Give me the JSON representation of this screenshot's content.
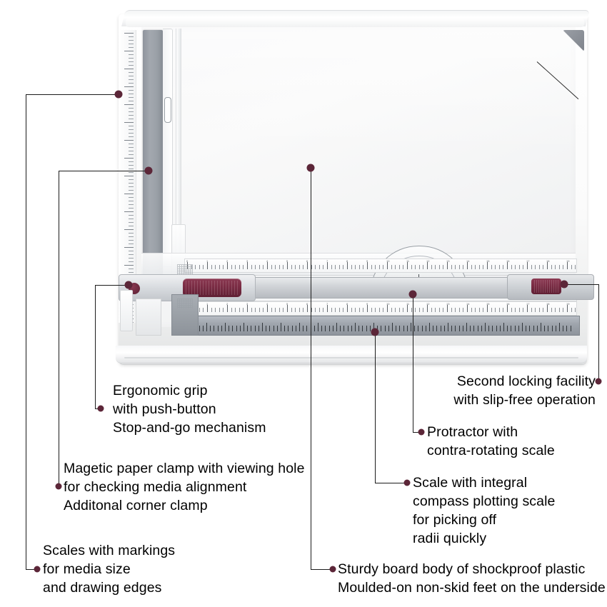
{
  "meta": {
    "subject": "Drawing board with parallel rule, annotated product diagram",
    "accent_dot_color": "#5C2638",
    "leader_line_color": "#1C1C1C",
    "background_color": "#FFFFFF"
  },
  "product": {
    "name": "drawing-board",
    "parts": [
      "board-body",
      "drawing-surface",
      "magnetic-paper-clamp",
      "corner-clamp",
      "left-vertical-scale",
      "parallel-rule-carriage",
      "ergonomic-grip",
      "second-locking-facility",
      "protractor",
      "compass-plotting-scale"
    ]
  },
  "callouts": [
    {
      "id": "scales-with-markings",
      "align": "left",
      "lines": [
        "Scales with markings",
        "for media size",
        "and drawing edges"
      ]
    },
    {
      "id": "magnetic-paper-clamp",
      "align": "left",
      "lines": [
        "Magetic paper clamp with viewing hole",
        "for checking media alignment",
        "Additonal corner clamp"
      ]
    },
    {
      "id": "ergonomic-grip",
      "align": "left",
      "lines": [
        "Ergonomic grip",
        "with push-button",
        "Stop-and-go mechanism"
      ]
    },
    {
      "id": "sturdy-board-body",
      "align": "left",
      "lines": [
        "Sturdy board body of shockproof plastic",
        "Moulded-on non-skid feet on the underside"
      ]
    },
    {
      "id": "scale-with-integral-compass",
      "align": "left",
      "lines": [
        "Scale with integral",
        "compass plotting scale",
        "for picking off",
        "radii quickly"
      ]
    },
    {
      "id": "protractor",
      "align": "left",
      "lines": [
        "Protractor with",
        "contra-rotating scale"
      ]
    },
    {
      "id": "second-locking-facility",
      "align": "right",
      "lines": [
        "Second locking facility",
        "with slip-free operation"
      ]
    }
  ]
}
